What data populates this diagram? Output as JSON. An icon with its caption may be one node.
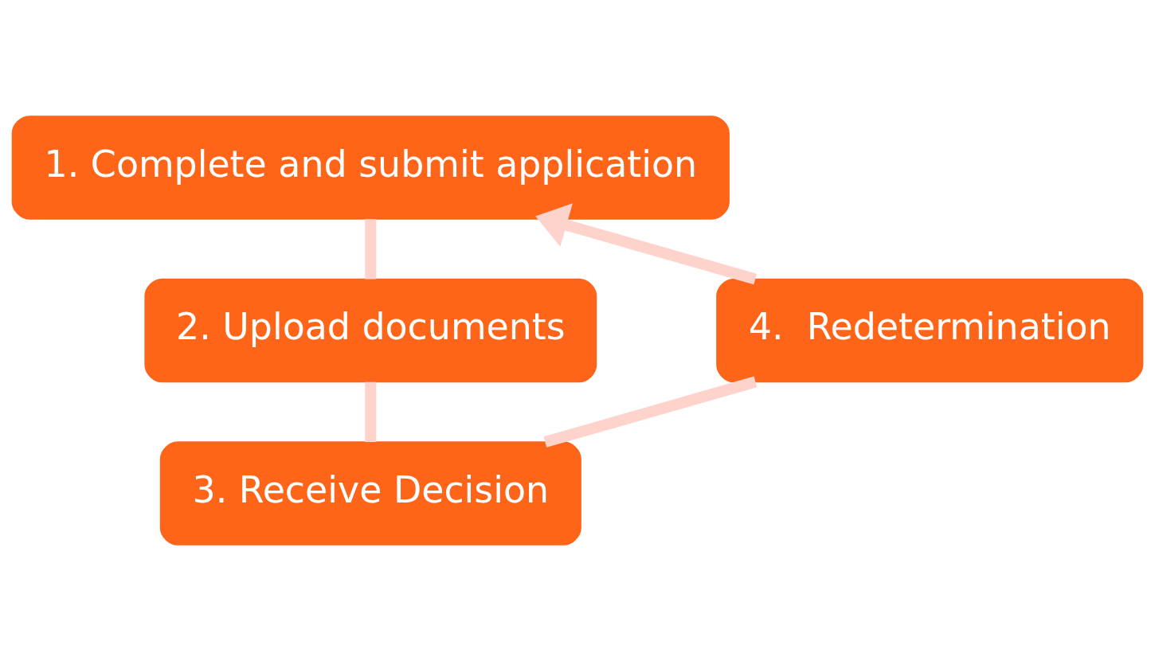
{
  "diagram": {
    "nodes": [
      {
        "text": [
          "1. Complete and submit application"
        ]
      },
      {
        "text": [
          "2. Upload documents"
        ]
      },
      {
        "text": [
          "3. Receive Decision"
        ]
      },
      {
        "text": [
          "4.  Redetermination"
        ]
      }
    ],
    "edges": [
      {
        "from": 0,
        "to": 1,
        "arrow": "none"
      },
      {
        "from": 1,
        "to": 2,
        "arrow": "none"
      },
      {
        "from": 2,
        "to": 3,
        "arrow": "none"
      },
      {
        "from": 3,
        "to": 0,
        "arrow": "to"
      }
    ]
  }
}
